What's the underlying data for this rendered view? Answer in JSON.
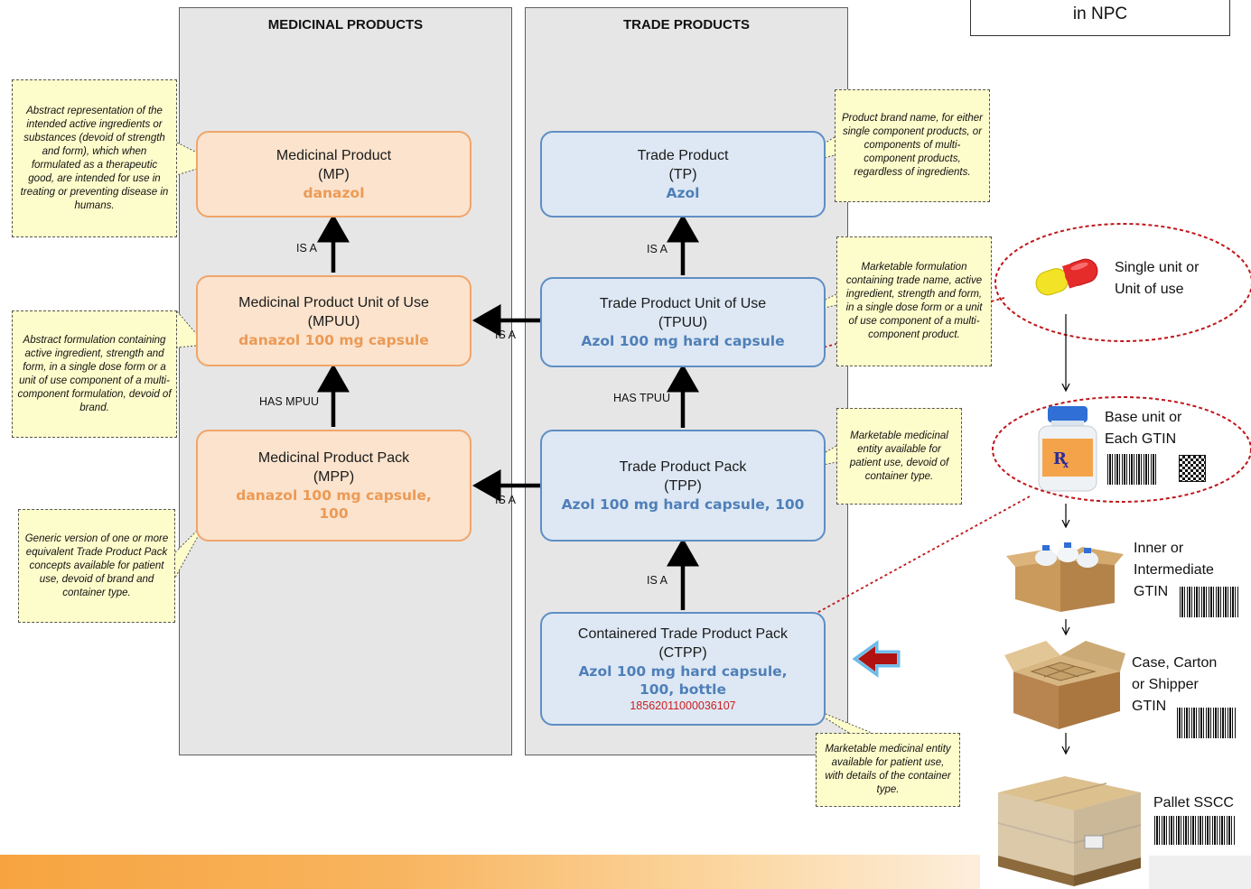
{
  "npc_label": "in NPC",
  "columns": {
    "medicinal": {
      "title": "MEDICINAL PRODUCTS"
    },
    "trade": {
      "title": "TRADE PRODUCTS"
    }
  },
  "nodes": {
    "mp": {
      "name": "Medicinal Product",
      "abbr": "(MP)",
      "value": "danazol"
    },
    "mpuu": {
      "name": "Medicinal Product Unit of Use",
      "abbr": "(MPUU)",
      "value": "danazol 100 mg capsule"
    },
    "mpp": {
      "name": "Medicinal Product Pack",
      "abbr": "(MPP)",
      "value": "danazol 100 mg capsule, 100"
    },
    "tp": {
      "name": "Trade Product",
      "abbr": "(TP)",
      "value": "Azol"
    },
    "tpuu": {
      "name": "Trade Product Unit of Use",
      "abbr": "(TPUU)",
      "value": "Azol 100 mg hard capsule"
    },
    "tpp": {
      "name": "Trade Product Pack",
      "abbr": "(TPP)",
      "value": "Azol 100 mg hard capsule, 100"
    },
    "ctpp": {
      "name": "Containered Trade Product Pack",
      "abbr": "(CTPP)",
      "value": "Azol 100 mg hard capsule, 100, bottle",
      "code": "18562011000036107"
    }
  },
  "edges": {
    "mpuu_mp": "IS A",
    "mpp_mpuu": "HAS MPUU",
    "tpuu_tp": "IS A",
    "tpp_tpuu": "HAS TPUU",
    "ctpp_tpp": "IS A",
    "tpuu_mpuu": "IS A",
    "tpp_mpp": "IS A"
  },
  "callouts": {
    "mp": "Abstract representation of the intended active ingredients or substances (devoid of strength and form), which when formulated as a therapeutic good, are intended for use in treating or preventing disease in humans.",
    "mpuu": "Abstract formulation containing active ingredient, strength and form, in a single dose form or a unit of use component of a multi-component formulation, devoid of brand.",
    "mpp": "Generic version of one or more equivalent Trade Product Pack concepts available for patient use, devoid of brand and container type.",
    "tp": "Product brand name, for either single component products, or components of multi-component products, regardless of ingredients.",
    "tpuu": "Marketable formulation containing trade name, active ingredient, strength and form, in a single dose form or a unit of use component of a multi-component product.",
    "tpp": "Marketable medicinal entity available for patient use, devoid of container type.",
    "ctpp": "Marketable medicinal entity available for patient use, with details of the container type."
  },
  "packaging": [
    {
      "label_lines": [
        "Single unit or",
        "Unit of use"
      ],
      "icon": "capsule-icon"
    },
    {
      "label_lines": [
        "Base unit or",
        "Each GTIN"
      ],
      "icon": "bottle-icon"
    },
    {
      "label_lines": [
        "Inner or",
        "Intermediate",
        "GTIN"
      ],
      "icon": "open-box-icon"
    },
    {
      "label_lines": [
        "Case, Carton",
        "or Shipper",
        "GTIN"
      ],
      "icon": "carton-icon"
    },
    {
      "label_lines": [
        "Pallet SSCC"
      ],
      "icon": "pallet-icon"
    }
  ],
  "colors": {
    "medicinal_fill": "#fbe3cd",
    "medicinal_border": "#f0a56a",
    "medicinal_value": "#ec9a55",
    "trade_fill": "#dde8f4",
    "trade_border": "#5f8ec4",
    "trade_value": "#4f7fb8",
    "code_red": "#cc1f1f",
    "callout_fill": "#fdfccb"
  }
}
